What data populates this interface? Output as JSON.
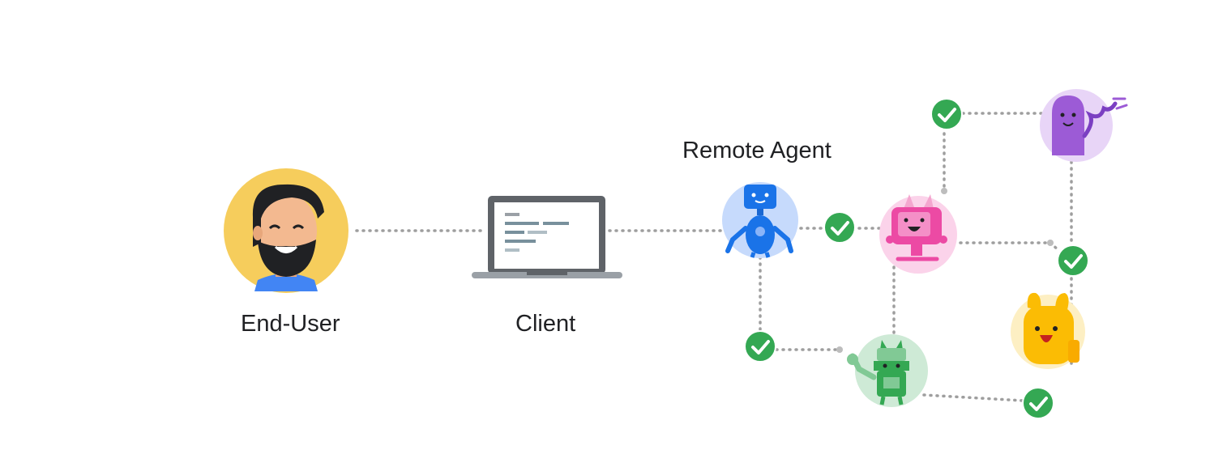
{
  "labels": {
    "end_user": "End-User",
    "client": "Client",
    "remote_agent": "Remote Agent"
  },
  "colors": {
    "connector": "#9e9e9e",
    "check_green": "#34a853",
    "user_bg": "#f6cd5c",
    "client_screen_bg": "#ffffff",
    "laptop_body": "#5f6368",
    "remote_agent_bg": "#c6dafc",
    "pink_agent_bg": "#fbd3ea",
    "purple_agent_bg": "#e8d5f7",
    "green_agent_bg": "#ceead6",
    "yellow_agent_bg": "#fdefc3"
  },
  "icons": [
    "user-avatar-icon",
    "laptop-icon",
    "blue-robot-icon",
    "pink-robot-icon",
    "purple-ghost-icon",
    "green-robot-icon",
    "yellow-bunny-icon",
    "checkmark-icon"
  ]
}
